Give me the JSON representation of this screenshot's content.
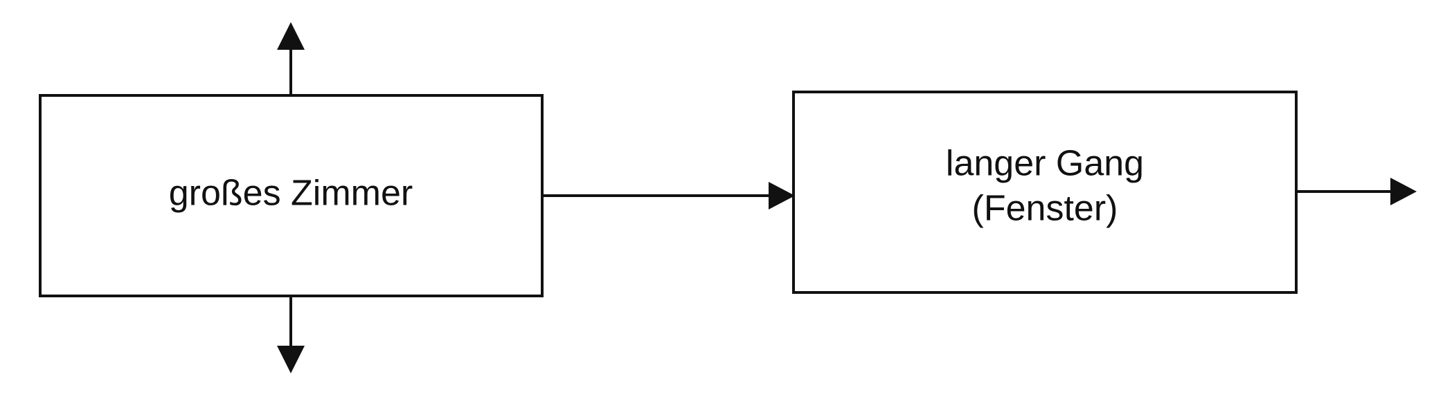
{
  "diagram": {
    "nodes": [
      {
        "id": "room",
        "lines": [
          "großes Zimmer"
        ]
      },
      {
        "id": "corridor",
        "lines": [
          "langer Gang",
          "(Fenster)"
        ]
      }
    ],
    "edges": [
      {
        "from": "room",
        "to": "corridor"
      },
      {
        "from": "room",
        "to": "exit-top"
      },
      {
        "from": "room",
        "to": "exit-bottom"
      },
      {
        "from": "corridor",
        "to": "exit-right"
      }
    ],
    "colors": {
      "stroke": "#111111",
      "background": "#ffffff"
    }
  }
}
